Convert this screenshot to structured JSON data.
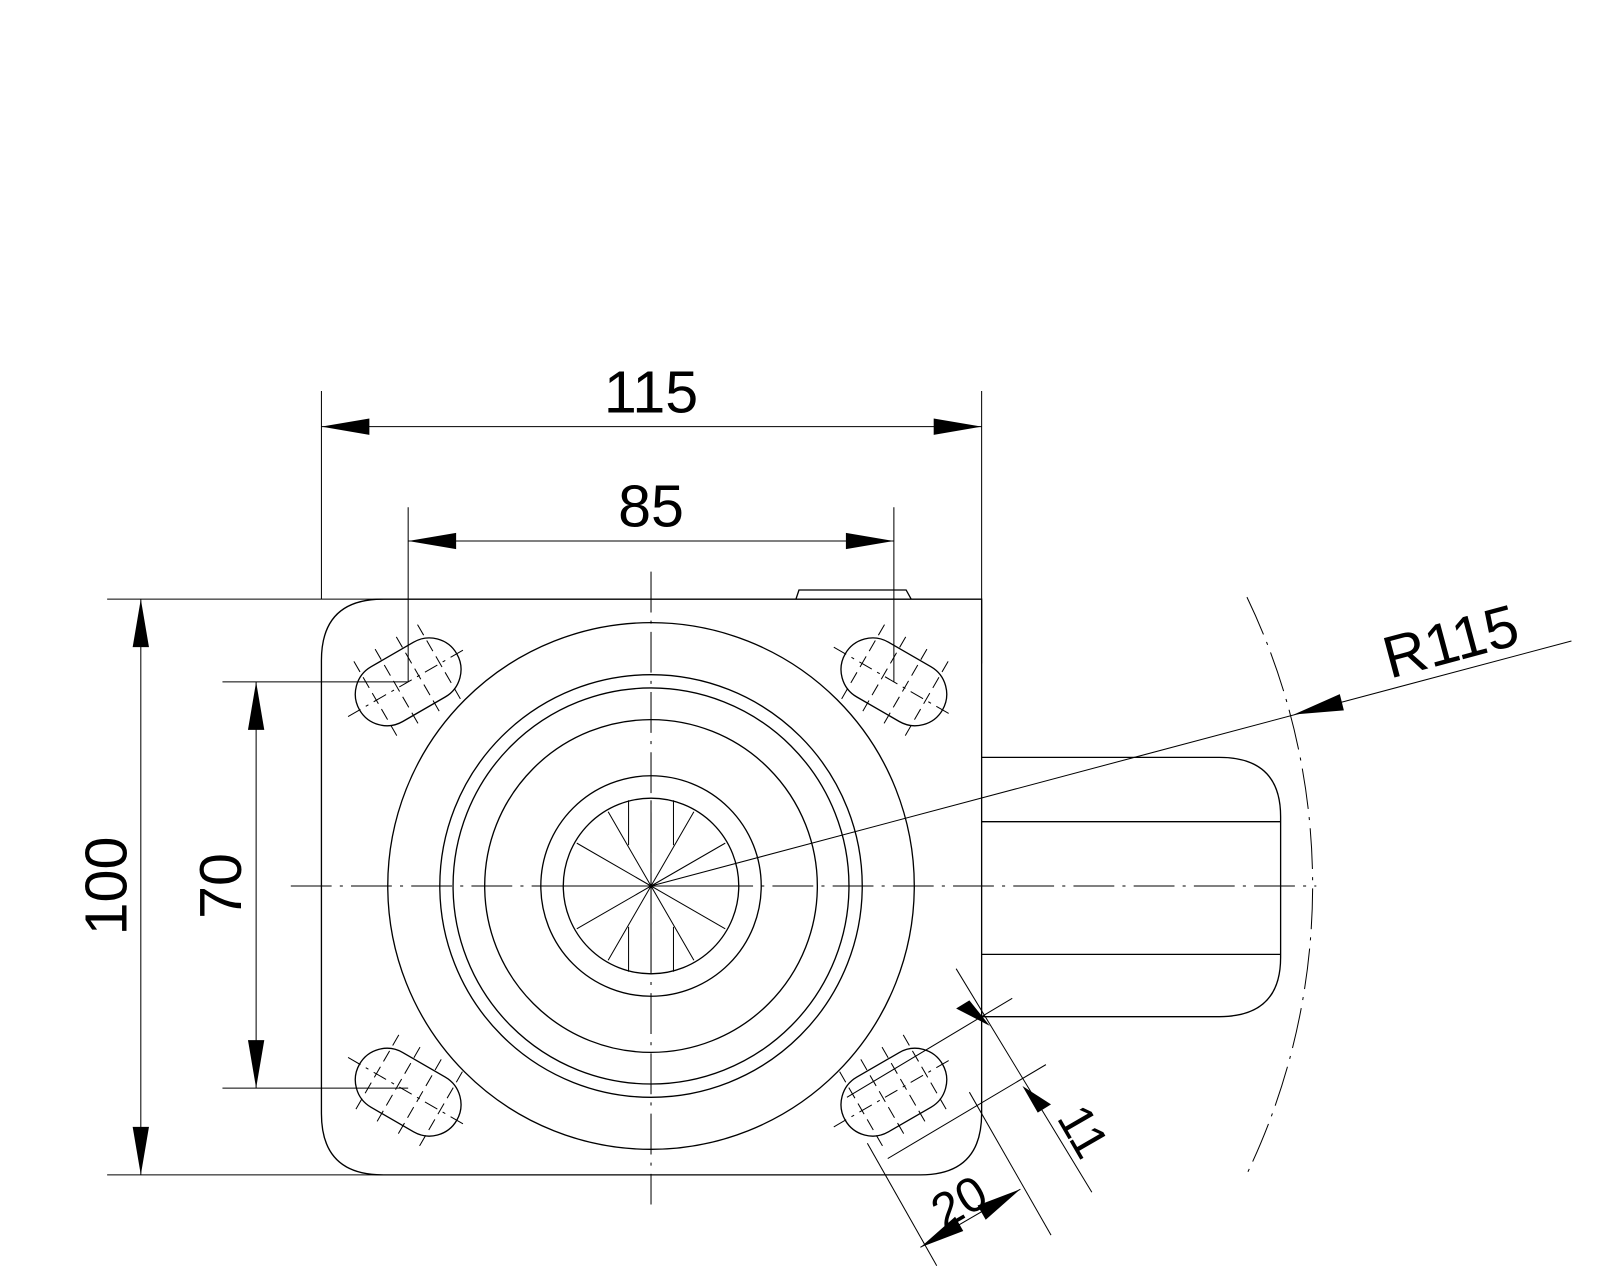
{
  "drawing": {
    "title": "Swivel caster top plate view",
    "dimensions": {
      "plate_width": "115",
      "hole_spacing_x": "85",
      "plate_height": "100",
      "hole_spacing_y": "70",
      "swivel_radius": "R115",
      "slot_length": "20",
      "slot_width": "11"
    },
    "line_color": "#000000",
    "background": "#ffffff"
  }
}
